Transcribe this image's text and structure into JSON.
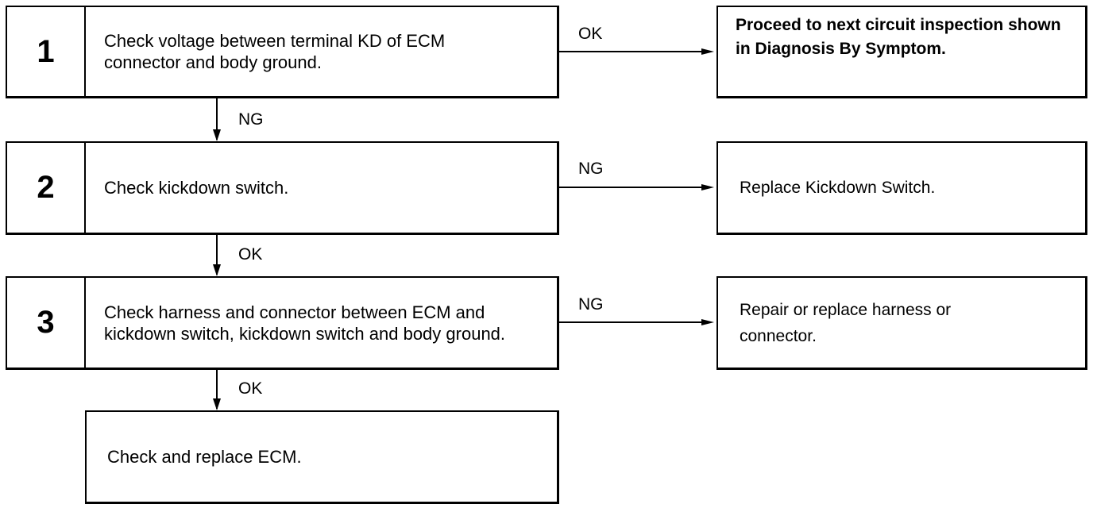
{
  "steps": [
    {
      "number": "1",
      "text": "Check voltage between terminal KD of ECM connector and body ground."
    },
    {
      "number": "2",
      "text": "Check kickdown switch."
    },
    {
      "number": "3",
      "text": "Check harness and connector between ECM and kickdown switch, kickdown switch and body ground."
    }
  ],
  "results": [
    {
      "text": "Proceed to next circuit inspection shown in Diagnosis By Symptom."
    },
    {
      "text": "Replace Kickdown Switch."
    },
    {
      "text": "Repair or replace harness or connector."
    }
  ],
  "final": {
    "text": "Check and replace ECM."
  },
  "branch_labels": {
    "step1_right": "OK",
    "step1_down": "NG",
    "step2_right": "NG",
    "step2_down": "OK",
    "step3_right": "NG",
    "step3_down": "OK"
  }
}
